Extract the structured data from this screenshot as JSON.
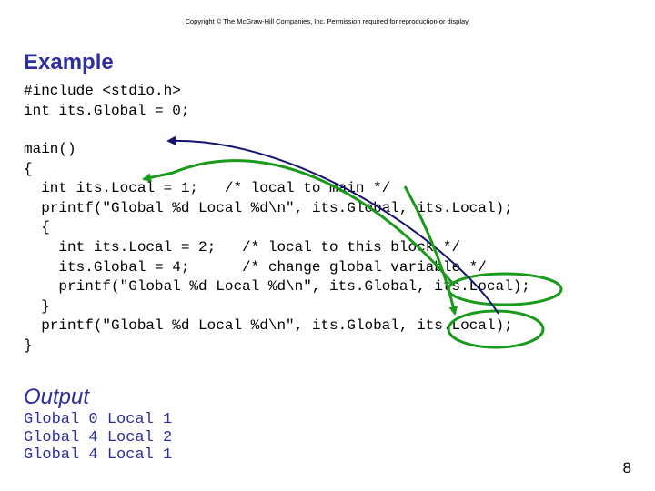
{
  "copyright": "Copyright © The McGraw-Hill Companies, Inc. Permission required for reproduction or display.",
  "example_heading": "Example",
  "code_top": [
    "#include <stdio.h>",
    "int its.Global = 0;"
  ],
  "code_main": [
    "main()",
    "{",
    "  int its.Local = 1;   /* local to main */",
    "  printf(\"Global %d Local %d\\n\", its.Global, its.Local);",
    "  {",
    "    int its.Local = 2;   /* local to this block */",
    "    its.Global = 4;      /* change global variable */",
    "    printf(\"Global %d Local %d\\n\", its.Global, its.Local);",
    "  }",
    "  printf(\"Global %d Local %d\\n\", its.Global, its.Local);",
    "}"
  ],
  "output_heading": "Output",
  "output_lines": [
    "Global 0 Local 1",
    "Global 4 Local 2",
    "Global 4 Local 1"
  ],
  "page_number": "8",
  "colors": {
    "heading": "#2e2e9e",
    "arrow_green": "#1a9a1a",
    "arrow_navy": "#14146e"
  }
}
